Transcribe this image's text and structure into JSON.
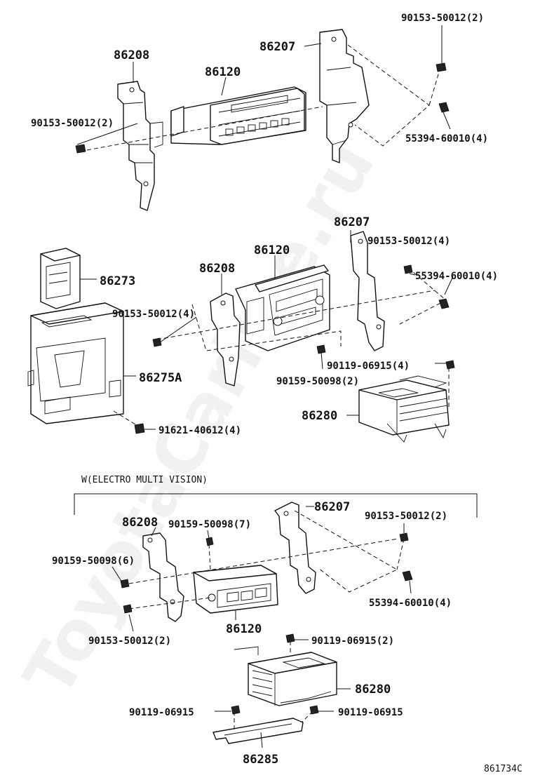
{
  "watermark": "ToyotaCarline.ru",
  "figure_code": "861734C",
  "sections": {
    "top": {
      "labels": {
        "bracket_left": "86208",
        "radio": "86120",
        "bracket_right": "86207",
        "screw_left": "90153-50012(2)",
        "screw_right_top": "90153-50012(2)",
        "nut_right": "55394-60010(4)"
      }
    },
    "middle": {
      "labels": {
        "bracket_right": "86207",
        "radio": "86120",
        "bracket_left": "86208",
        "module_small": "86273",
        "computer": "86275A",
        "screw_right": "90153-50012(4)",
        "nut_right": "55394-60010(4)",
        "screw_left": "90153-50012(4)",
        "bolt_amp": "90119-06915(4)",
        "screw_bottom": "90159-50098(2)",
        "amplifier": "86280",
        "bolt_computer": "91621-40612(4)"
      }
    },
    "bottom": {
      "note": "W(ELECTRO MULTI VISION)",
      "labels": {
        "bracket_right": "86207",
        "bracket_left": "86208",
        "screw_top": "90159-50098(7)",
        "screw_right": "90153-50012(2)",
        "screw_left": "90159-50098(6)",
        "nut_right": "55394-60010(4)",
        "radio": "86120",
        "screw_left_bottom": "90153-50012(2)",
        "bolt_top": "90119-06915(2)",
        "amplifier": "86280",
        "bolt_left": "90119-06915",
        "bolt_right": "90119-06915",
        "bracket_bottom": "86285"
      }
    }
  }
}
